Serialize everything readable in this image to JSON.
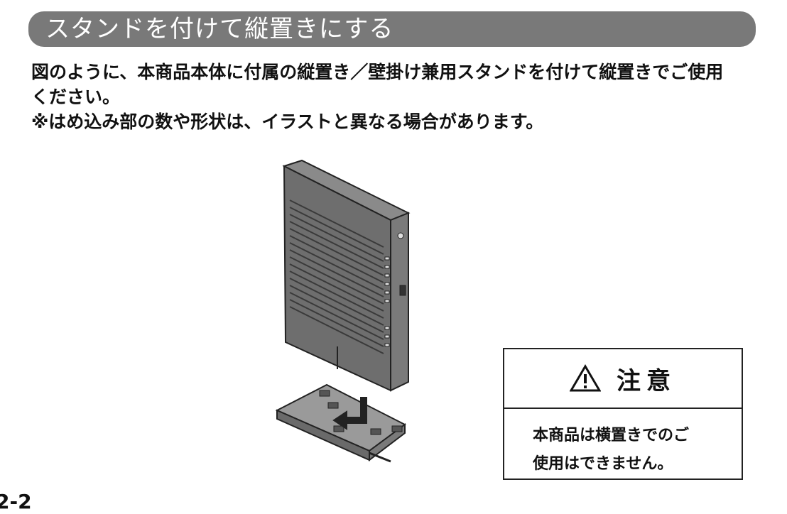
{
  "section": {
    "title": "スタンドを付けて縦置きにする"
  },
  "intro": {
    "line1": "図のように、本商品本体に付属の縦置き／壁掛け兼用スタンドを付けて縦置きでご使用",
    "line2": "ください。",
    "note": "※はめ込み部の数や形状は、イラストと異なる場合があります。"
  },
  "caution": {
    "icon": "warning-triangle-icon",
    "title": "注意",
    "line1": "本商品は横置きでのご",
    "line2": "使用はできません。"
  },
  "page": {
    "number": "2-2"
  },
  "colors": {
    "title_bar": "#797979",
    "device_body": "#6e6e6e",
    "device_side": "#8a8a8a",
    "stand": "#9a9a9a"
  }
}
